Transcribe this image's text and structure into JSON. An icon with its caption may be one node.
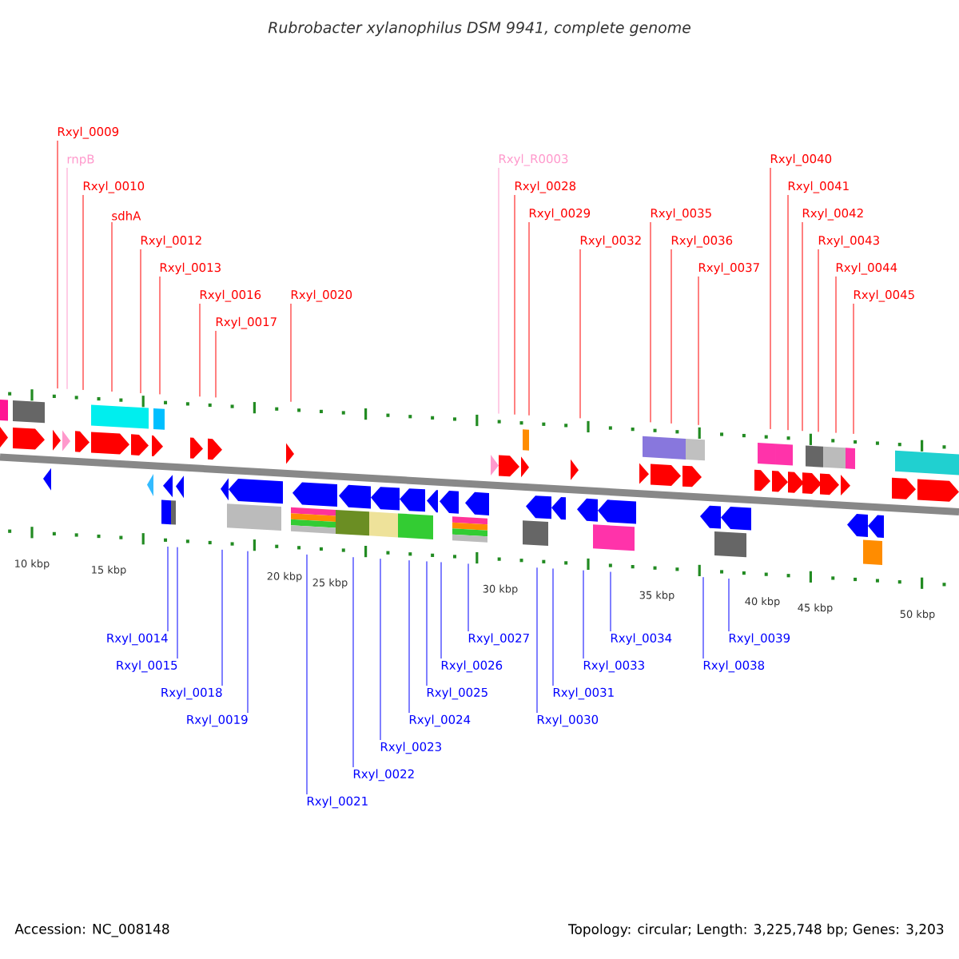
{
  "diagram": {
    "title": "Rubrobacter xylanophilus DSM 9941, complete genome",
    "nodes": [
      {
        "text": [
          "Rxyl_0009"
        ]
      },
      {
        "text": [
          "rnpB"
        ]
      },
      {
        "text": [
          "Rxyl_0010"
        ]
      },
      {
        "text": [
          "sdhA"
        ]
      },
      {
        "text": [
          "Rxyl_0012"
        ]
      },
      {
        "text": [
          "Rxyl_0013"
        ]
      },
      {
        "text": [
          "Rxyl_0016"
        ]
      },
      {
        "text": [
          "Rxyl_0017"
        ]
      },
      {
        "text": [
          "Rxyl_0020"
        ]
      },
      {
        "text": [
          "Rxyl_R0003"
        ]
      },
      {
        "text": [
          "Rxyl_0028"
        ]
      },
      {
        "text": [
          "Rxyl_0029"
        ]
      },
      {
        "text": [
          "Rxyl_0032"
        ]
      },
      {
        "text": [
          "Rxyl_0035"
        ]
      },
      {
        "text": [
          "Rxyl_0036"
        ]
      },
      {
        "text": [
          "Rxyl_0037"
        ]
      },
      {
        "text": [
          "Rxyl_0040"
        ]
      },
      {
        "text": [
          "Rxyl_0041"
        ]
      },
      {
        "text": [
          "Rxyl_0042"
        ]
      },
      {
        "text": [
          "Rxyl_0043"
        ]
      },
      {
        "text": [
          "Rxyl_0044"
        ]
      },
      {
        "text": [
          "Rxyl_0045"
        ]
      },
      {
        "text": [
          "Rxyl_0014"
        ]
      },
      {
        "text": [
          "Rxyl_0015"
        ]
      },
      {
        "text": [
          "Rxyl_0018"
        ]
      },
      {
        "text": [
          "Rxyl_0019"
        ]
      },
      {
        "text": [
          "Rxyl_0021"
        ]
      },
      {
        "text": [
          "Rxyl_0022"
        ]
      },
      {
        "text": [
          "Rxyl_0023"
        ]
      },
      {
        "text": [
          "Rxyl_0024"
        ]
      },
      {
        "text": [
          "Rxyl_0025"
        ]
      },
      {
        "text": [
          "Rxyl_0026"
        ]
      },
      {
        "text": [
          "Rxyl_0027"
        ]
      },
      {
        "text": [
          "Rxyl_0030"
        ]
      },
      {
        "text": [
          "Rxyl_0031"
        ]
      },
      {
        "text": [
          "Rxyl_0033"
        ]
      },
      {
        "text": [
          "Rxyl_0034"
        ]
      },
      {
        "text": [
          "Rxyl_0038"
        ]
      },
      {
        "text": [
          "Rxyl_0039"
        ]
      }
    ],
    "edges": [
      {
        "from": 0,
        "to": null,
        "arrow": "none"
      },
      {
        "from": 1,
        "to": null,
        "arrow": "none",
        "color": "#ff99cc"
      },
      {
        "from": 2,
        "to": null,
        "arrow": "none"
      },
      {
        "from": 3,
        "to": null,
        "arrow": "none"
      },
      {
        "from": 4,
        "to": null,
        "arrow": "none"
      },
      {
        "from": 5,
        "to": null,
        "arrow": "none"
      },
      {
        "from": 6,
        "to": null,
        "arrow": "none"
      },
      {
        "from": 7,
        "to": null,
        "arrow": "none"
      },
      {
        "from": 8,
        "to": null,
        "arrow": "none"
      },
      {
        "from": 9,
        "to": null,
        "arrow": "none",
        "color": "#ff99cc"
      },
      {
        "from": 10,
        "to": null,
        "arrow": "none"
      },
      {
        "from": 11,
        "to": null,
        "arrow": "none"
      },
      {
        "from": 12,
        "to": null,
        "arrow": "none"
      },
      {
        "from": 13,
        "to": null,
        "arrow": "none"
      },
      {
        "from": 14,
        "to": null,
        "arrow": "none"
      },
      {
        "from": 15,
        "to": null,
        "arrow": "none"
      },
      {
        "from": 16,
        "to": null,
        "arrow": "none"
      },
      {
        "from": 17,
        "to": null,
        "arrow": "none"
      },
      {
        "from": 18,
        "to": null,
        "arrow": "none"
      },
      {
        "from": 19,
        "to": null,
        "arrow": "none"
      },
      {
        "from": 20,
        "to": null,
        "arrow": "none"
      },
      {
        "from": 21,
        "to": null,
        "arrow": "none"
      },
      {
        "from": 22,
        "to": null,
        "arrow": "none",
        "color": "#0000ff"
      },
      {
        "from": 23,
        "to": null,
        "arrow": "none",
        "color": "#0000ff"
      },
      {
        "from": 24,
        "to": null,
        "arrow": "none",
        "color": "#0000ff"
      },
      {
        "from": 25,
        "to": null,
        "arrow": "none",
        "color": "#0000ff"
      },
      {
        "from": 26,
        "to": null,
        "arrow": "none",
        "color": "#0000ff"
      },
      {
        "from": 27,
        "to": null,
        "arrow": "none",
        "color": "#0000ff"
      },
      {
        "from": 28,
        "to": null,
        "arrow": "none",
        "color": "#0000ff"
      },
      {
        "from": 29,
        "to": null,
        "arrow": "none",
        "color": "#0000ff"
      },
      {
        "from": 30,
        "to": null,
        "arrow": "none",
        "color": "#0000ff"
      },
      {
        "from": 31,
        "to": null,
        "arrow": "none",
        "color": "#0000ff"
      },
      {
        "from": 32,
        "to": null,
        "arrow": "none",
        "color": "#0000ff"
      },
      {
        "from": 33,
        "to": null,
        "arrow": "none",
        "color": "#0000ff"
      },
      {
        "from": 34,
        "to": null,
        "arrow": "none",
        "color": "#0000ff"
      },
      {
        "from": 35,
        "to": null,
        "arrow": "none",
        "color": "#0000ff"
      },
      {
        "from": 36,
        "to": null,
        "arrow": "none",
        "color": "#0000ff"
      },
      {
        "from": 37,
        "to": null,
        "arrow": "none",
        "color": "#0000ff"
      },
      {
        "from": 38,
        "to": null,
        "arrow": "none",
        "color": "#0000ff"
      }
    ],
    "labels": [
      "10 kbp",
      "15 kbp",
      "20 kbp",
      "25 kbp",
      "30 kbp",
      "35 kbp",
      "40 kbp",
      "45 kbp",
      "50 kbp",
      "Accession: NC_008148",
      "Topology: circular; Length: 3,225,748 bp; Genes: 3,203"
    ]
  }
}
